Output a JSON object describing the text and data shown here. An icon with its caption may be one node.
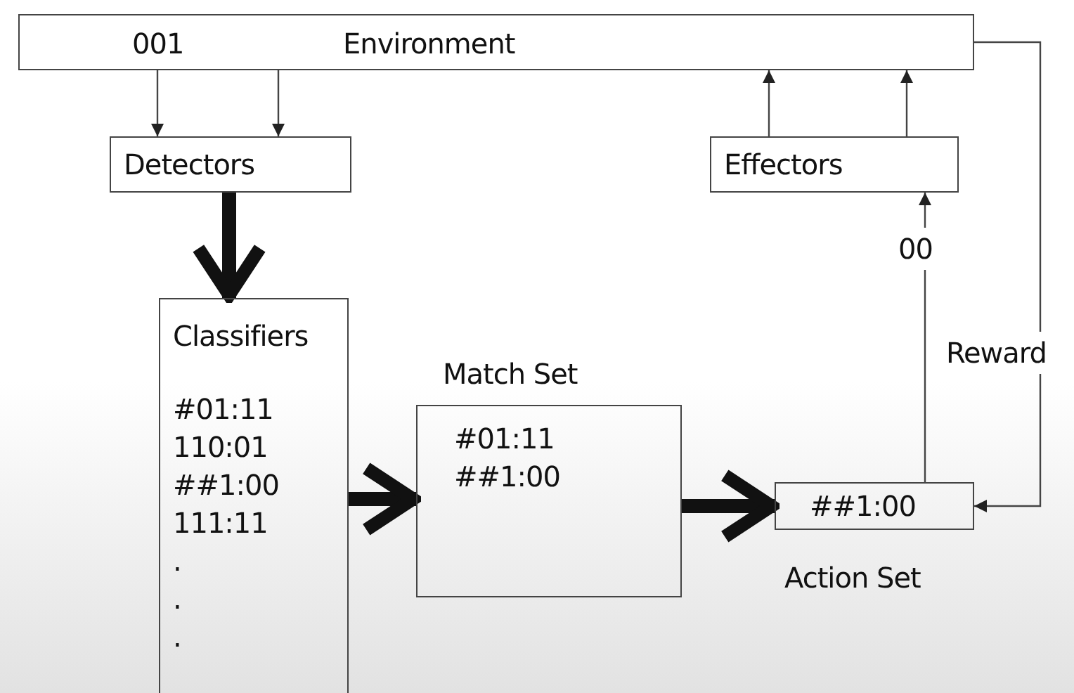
{
  "diagram": {
    "nodes": [
      {
        "text": [
          "001",
          "Environment"
        ]
      },
      {
        "text": [
          "Detectors"
        ]
      },
      {
        "text": [
          "Effectors"
        ]
      },
      {
        "text": [
          "Classifiers",
          "#01:11",
          "110:01",
          "##1:00",
          "111:11",
          ".",
          ".",
          "."
        ]
      },
      {
        "text": [
          "Match Set",
          "#01:11",
          "##1:00"
        ]
      },
      {
        "text": [
          "##1:00"
        ],
        "beside": [
          "Action Set"
        ]
      }
    ],
    "edges": [
      {
        "from": 0,
        "to": 1,
        "arrow": "to"
      },
      {
        "from": 0,
        "to": 1,
        "arrow": "to"
      },
      {
        "from": 2,
        "to": 0,
        "arrow": "to"
      },
      {
        "from": 2,
        "to": 0,
        "arrow": "to"
      },
      {
        "from": 1,
        "to": 3,
        "arrow": "to",
        "style": "thick"
      },
      {
        "from": 3,
        "to": 4,
        "arrow": "to",
        "style": "thick"
      },
      {
        "from": 4,
        "to": 5,
        "arrow": "to",
        "style": "thick"
      },
      {
        "from": 5,
        "to": 2,
        "arrow": "to",
        "label": "00"
      },
      {
        "from": 0,
        "to": 5,
        "arrow": "to",
        "label": "Reward"
      }
    ]
  }
}
